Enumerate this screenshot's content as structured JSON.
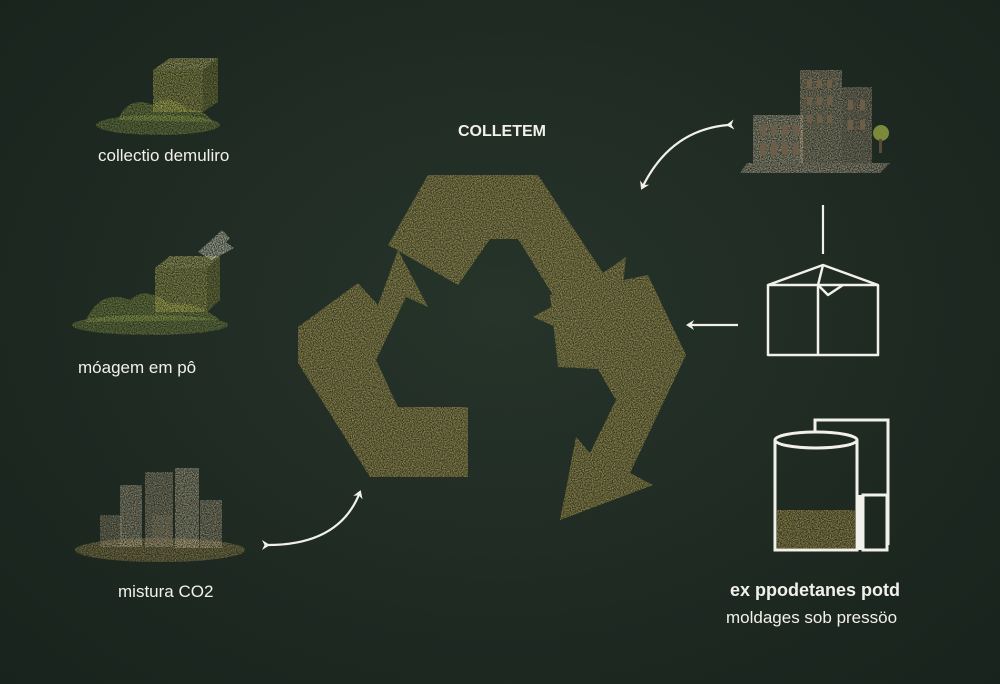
{
  "center": {
    "title": "COLLETEM"
  },
  "left_steps": [
    {
      "label": "collectio demuliro",
      "icon": "rubble-block-icon"
    },
    {
      "label": "móagem em pô",
      "icon": "grinding-block-icon"
    },
    {
      "label": "mistura CO2",
      "icon": "city-blocks-icon"
    }
  ],
  "right_steps": [
    {
      "icon": "building-icon"
    },
    {
      "icon": "box-mold-icon"
    },
    {
      "icon": "pressure-tank-icon",
      "title": "ex ppodetanes potd",
      "subtitle": "moldages sob pressöo"
    }
  ],
  "colors": {
    "background": "#1f2b23",
    "recycle_gold": "#c9ab52",
    "moss_green": "#9aa64a",
    "stone_beige": "#b9a98a",
    "line_white": "#f2f0ea"
  }
}
